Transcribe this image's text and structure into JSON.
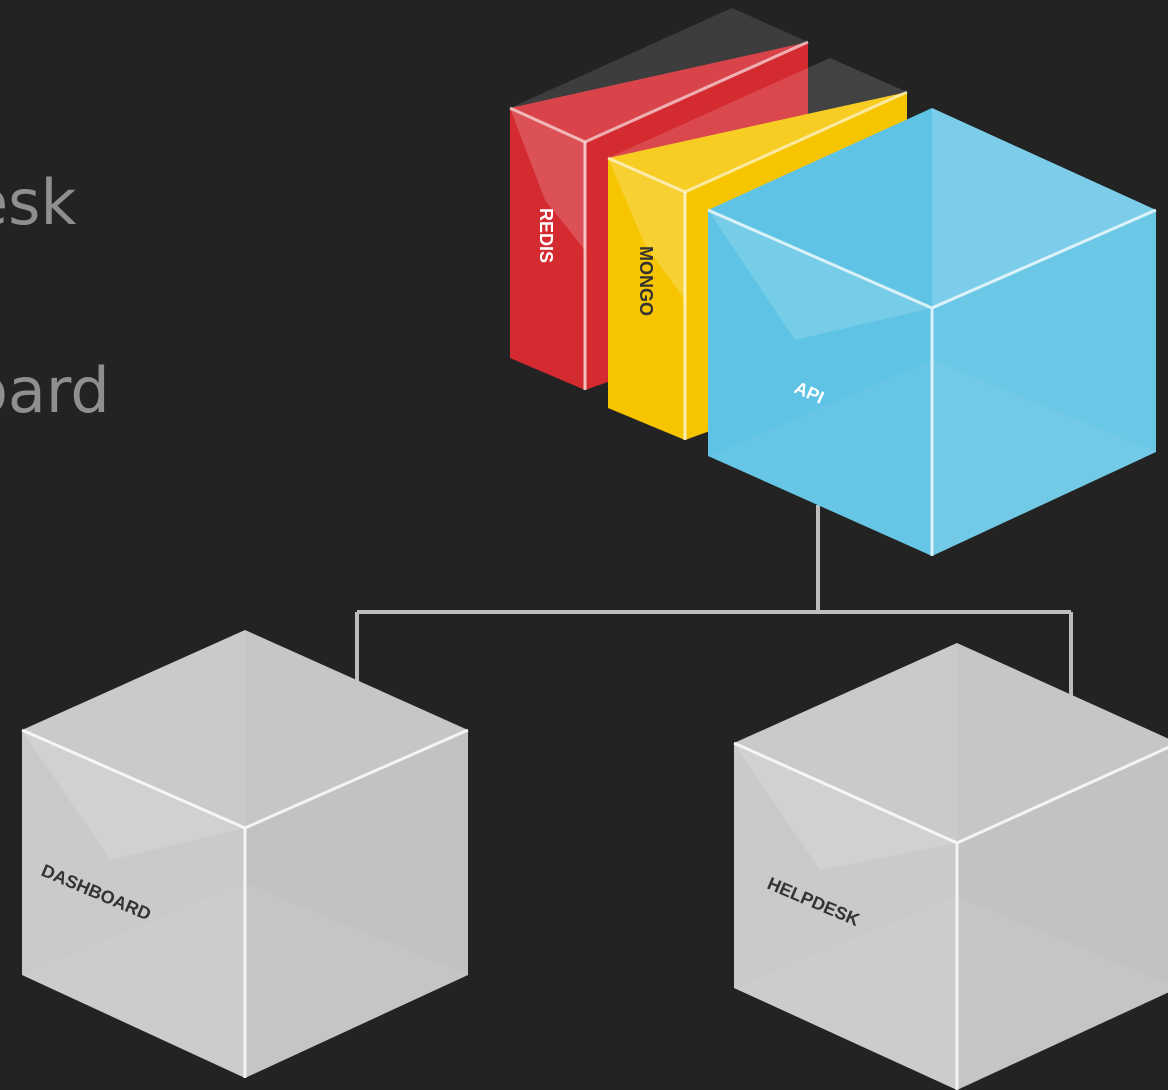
{
  "slide": {
    "lines": [
      "esk",
      "oard"
    ]
  },
  "stack": {
    "redis": {
      "label": "REDIS",
      "color": "#d42b31"
    },
    "mongo": {
      "label": "MONGO",
      "color": "#f6c500"
    },
    "api": {
      "label": "API",
      "color": "#5ec3e4"
    }
  },
  "clients": {
    "dashboard": {
      "label": "DASHBOARD",
      "color": "#c9caca"
    },
    "helpdesk": {
      "label": "HELPDESK",
      "color": "#c9caca"
    }
  },
  "connector_color": "#bdbdbd"
}
